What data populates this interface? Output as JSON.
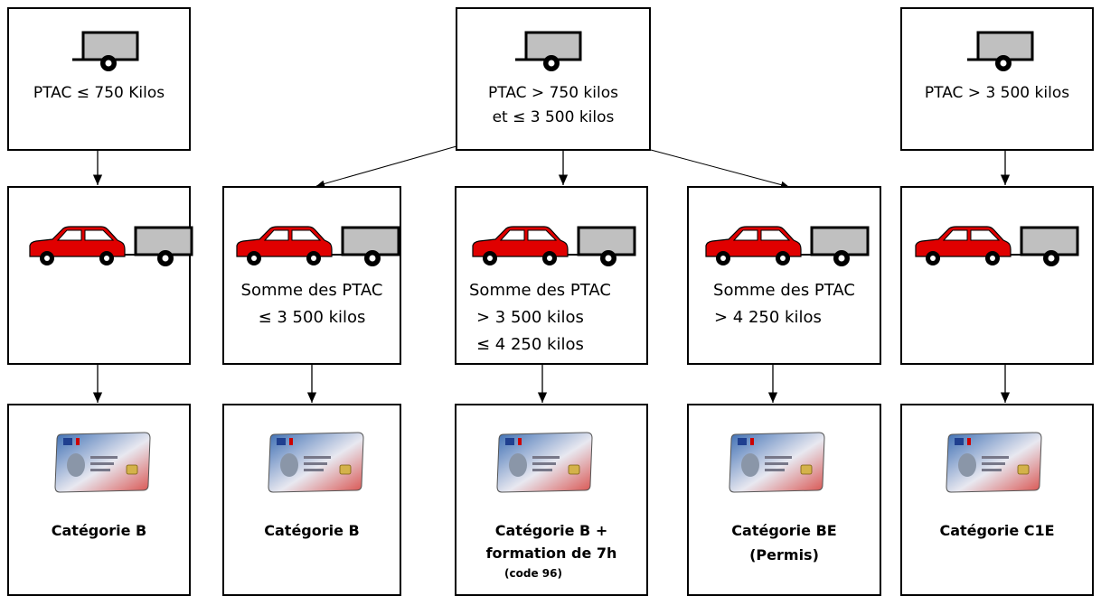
{
  "top": {
    "box1": {
      "line1": "PTAC ≤ 750 Kilos"
    },
    "box2": {
      "line1": "PTAC > 750 kilos",
      "line2": "et ≤ 3 500 kilos"
    },
    "box3": {
      "line1": "PTAC > 3 500 kilos"
    }
  },
  "middle": {
    "box1": {
      "lines": []
    },
    "box2": {
      "line1": "Somme des PTAC",
      "line2": "≤ 3 500 kilos"
    },
    "box3": {
      "line1": "Somme des PTAC",
      "line2": "> 3 500 kilos",
      "line3": "≤ 4 250 kilos"
    },
    "box4": {
      "line1": "Somme des PTAC",
      "line2": "> 4 250 kilos"
    },
    "box5": {
      "lines": []
    }
  },
  "bottom": {
    "box1": {
      "line1": "Catégorie B"
    },
    "box2": {
      "line1": "Catégorie B"
    },
    "box3": {
      "line1": "Catégorie B +",
      "line2": "formation de 7h",
      "line3": "(code 96)"
    },
    "box4": {
      "line1": "Catégorie BE",
      "line2": "(Permis)"
    },
    "box5": {
      "line1": "Catégorie C1E"
    }
  },
  "colors": {
    "car": "#e00000",
    "trailer": "#c0c0c0",
    "card_blue": "#3b6db3",
    "card_red": "#d9534f"
  },
  "icons": [
    "trailer-icon",
    "car-with-trailer-icon",
    "driving-licence-card-icon"
  ]
}
